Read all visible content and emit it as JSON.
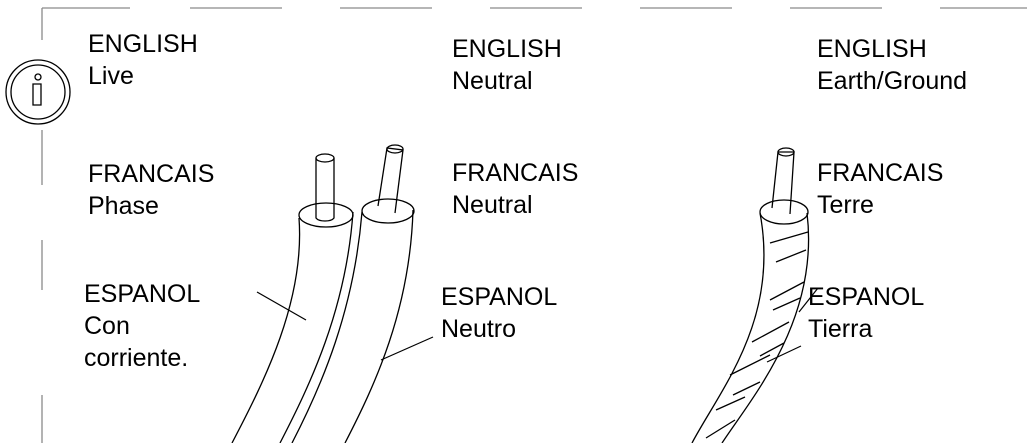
{
  "live": {
    "english_lang": "ENGLISH",
    "english_term": "Live",
    "french_lang": "FRANCAIS",
    "french_term": "Phase",
    "spanish_lang": "ESPANOL",
    "spanish_term_line1": "Con",
    "spanish_term_line2": "corriente."
  },
  "neutral": {
    "english_lang": "ENGLISH",
    "english_term": "Neutral",
    "french_lang": "FRANCAIS",
    "french_term": "Neutral",
    "spanish_lang": "ESPANOL",
    "spanish_term": "Neutro"
  },
  "earth": {
    "english_lang": "ENGLISH",
    "english_term": "Earth/Ground",
    "french_lang": "FRANCAIS",
    "french_term": "Terre",
    "spanish_lang": "ESPANOL",
    "spanish_term": "Tierra"
  },
  "icons": {
    "info": "info-icon"
  },
  "colors": {
    "line": "#000000",
    "dash": "#8a8a8a",
    "background": "#ffffff"
  }
}
